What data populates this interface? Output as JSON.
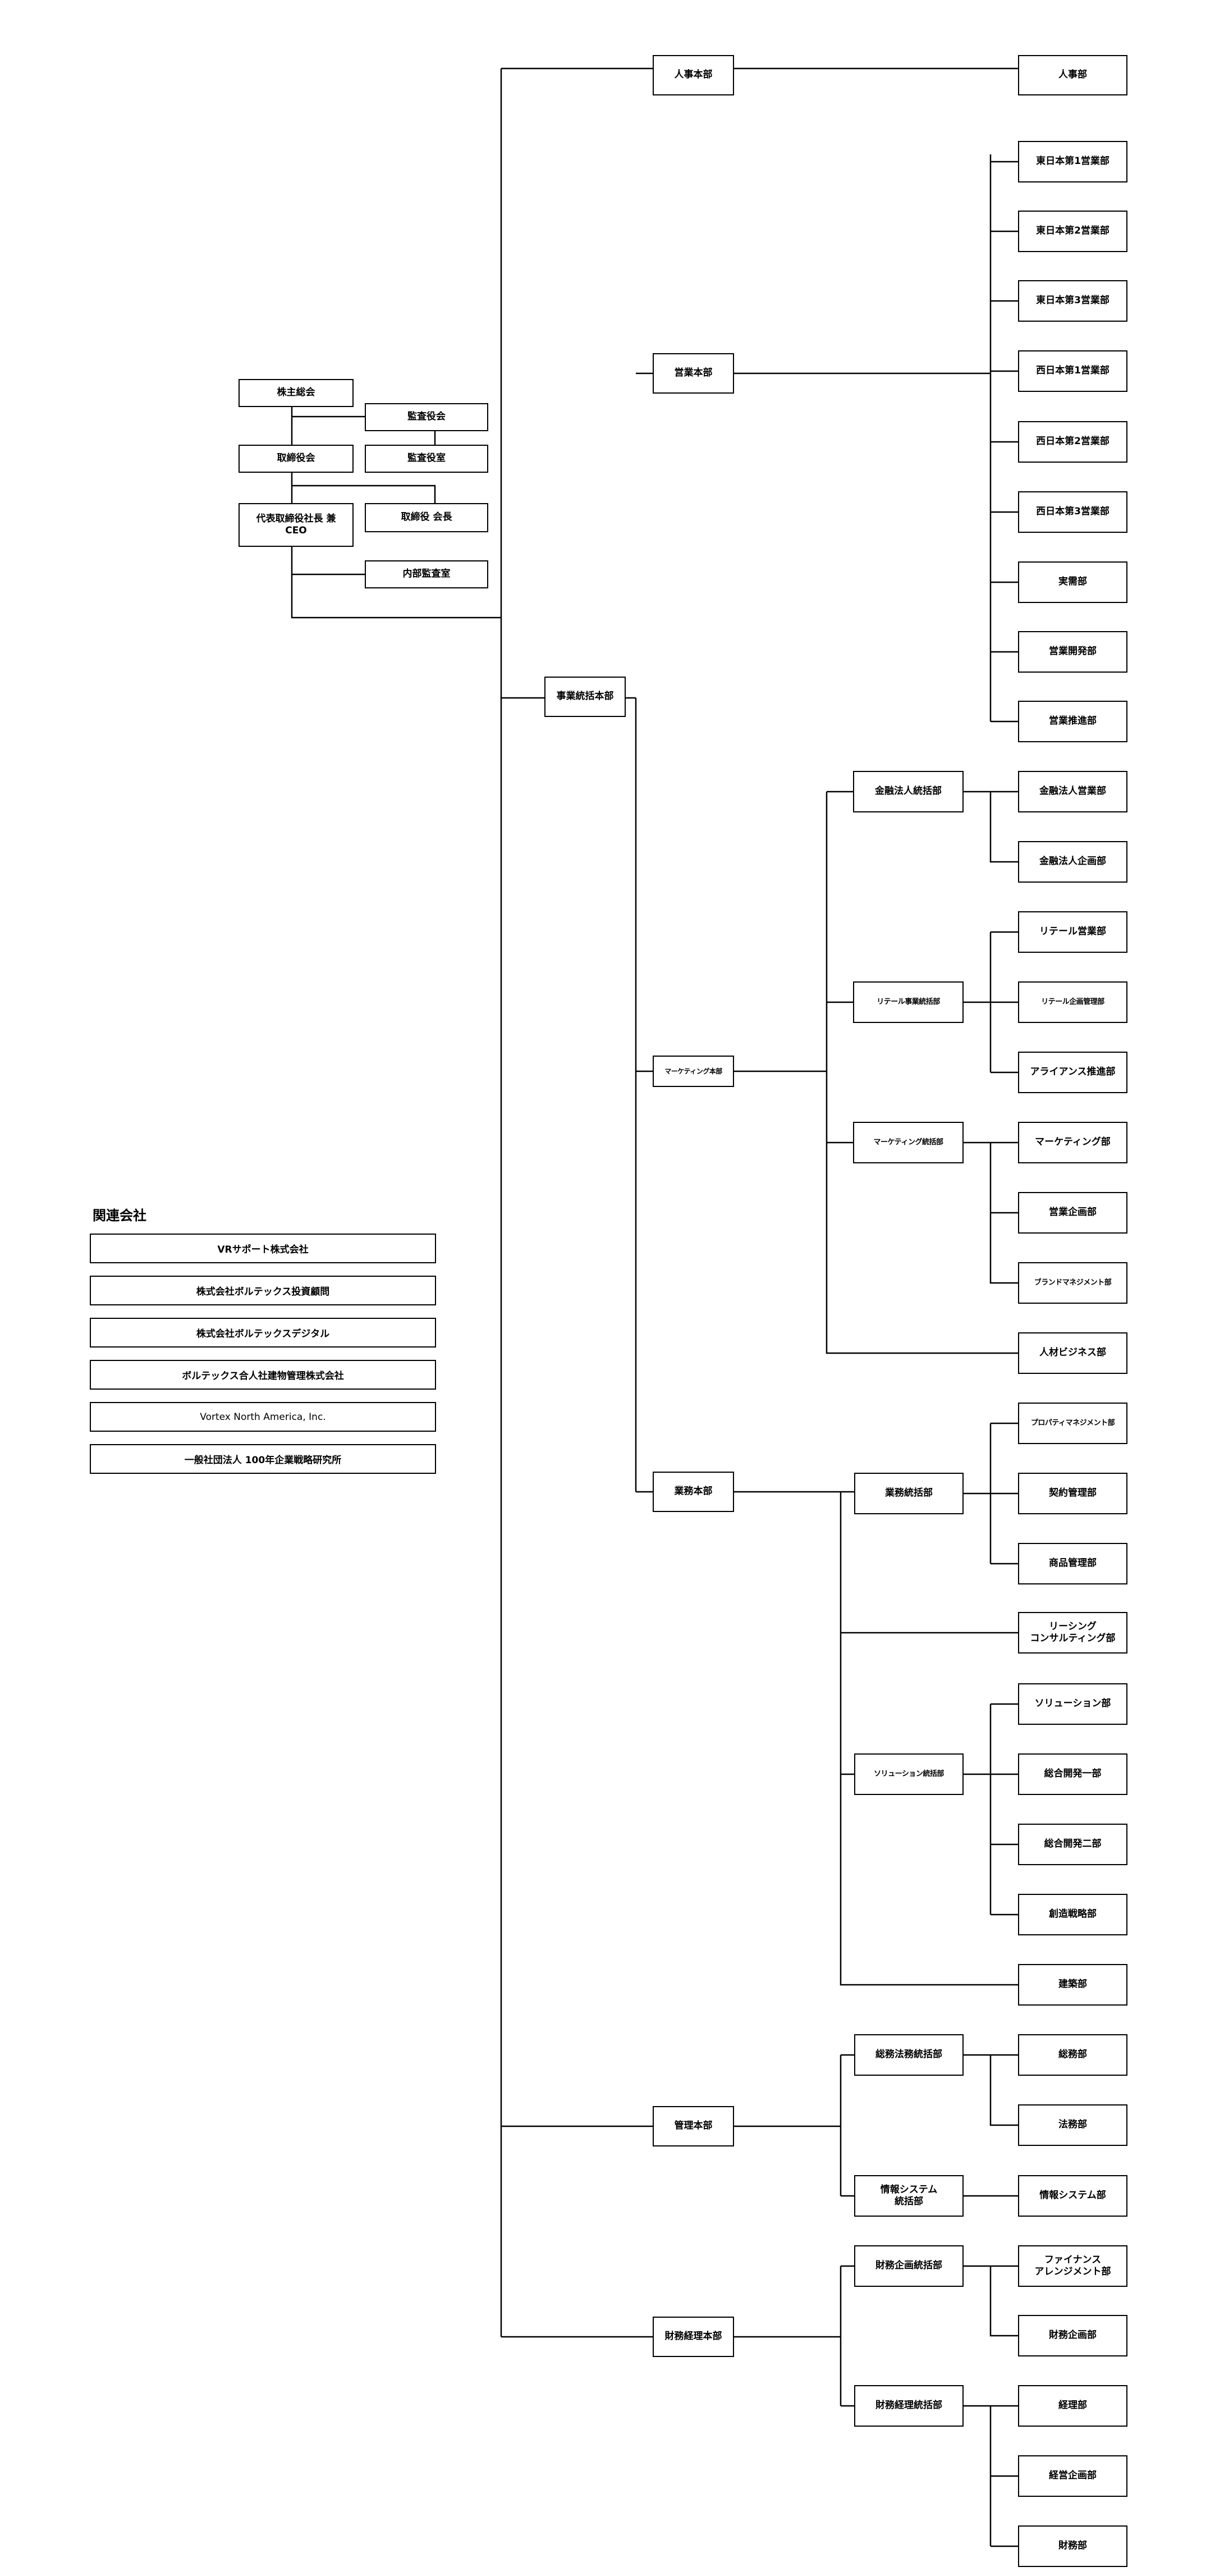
{
  "governance": {
    "shareholders": "株主総会",
    "auditors": "監査役会",
    "board": "取締役会",
    "audit_office": "監査役室",
    "ceo": "代表取締役社長 兼\nCEO",
    "chairman": "取締役 会長",
    "internal_audit": "内部監査室"
  },
  "hq": {
    "business_hq": "事業統括本部"
  },
  "hr": {
    "name": "人事本部",
    "dept": "人事部"
  },
  "sales": {
    "name": "営業本部",
    "depts": [
      "東日本第1営業部",
      "東日本第2営業部",
      "東日本第3営業部",
      "西日本第1営業部",
      "西日本第2営業部",
      "西日本第3営業部",
      "実需部",
      "営業開発部",
      "営業推進部"
    ]
  },
  "marketing": {
    "name": "マーケティング本部",
    "finance_corp": {
      "name": "金融法人統括部",
      "depts": [
        "金融法人営業部",
        "金融法人企画部"
      ]
    },
    "retail": {
      "name": "リテール事業統括部",
      "depts": [
        "リテール営業部",
        "リテール企画管理部",
        "アライアンス推進部"
      ]
    },
    "mkt": {
      "name": "マーケティング統括部",
      "depts": [
        "マーケティング部",
        "営業企画部",
        "ブランドマネジメント部"
      ]
    },
    "hr_biz": "人材ビジネス部"
  },
  "operations": {
    "name": "業務本部",
    "ops": {
      "name": "業務統括部",
      "depts": [
        "プロパティマネジメント部",
        "契約管理部",
        "商品管理部"
      ]
    },
    "leasing": "リーシング\nコンサルティング部",
    "solution": {
      "name": "ソリューション統括部",
      "depts": [
        "ソリューション部",
        "総合開発一部",
        "総合開発二部",
        "創造戦略部"
      ]
    },
    "construction": "建築部"
  },
  "admin": {
    "name": "管理本部",
    "legal": {
      "name": "総務法務統括部",
      "depts": [
        "総務部",
        "法務部"
      ]
    },
    "it": {
      "name": "情報システム\n統括部",
      "dept": "情報システム部"
    }
  },
  "finance": {
    "name": "財務経理本部",
    "planning": {
      "name": "財務企画統括部",
      "depts": [
        "ファイナンス\nアレンジメント部",
        "財務企画部"
      ]
    },
    "accounting": {
      "name": "財務経理統括部",
      "depts": [
        "経理部",
        "経営企画部",
        "財務部"
      ]
    }
  },
  "affiliates": {
    "title": "関連会社",
    "items": [
      "VRサポート株式会社",
      "株式会社ボルテックス投資顧問",
      "株式会社ボルテックスデジタル",
      "ボルテックス合人社建物管理株式会社",
      "Vortex North America, Inc.",
      "一般社団法人 100年企業戦略研究所"
    ]
  }
}
